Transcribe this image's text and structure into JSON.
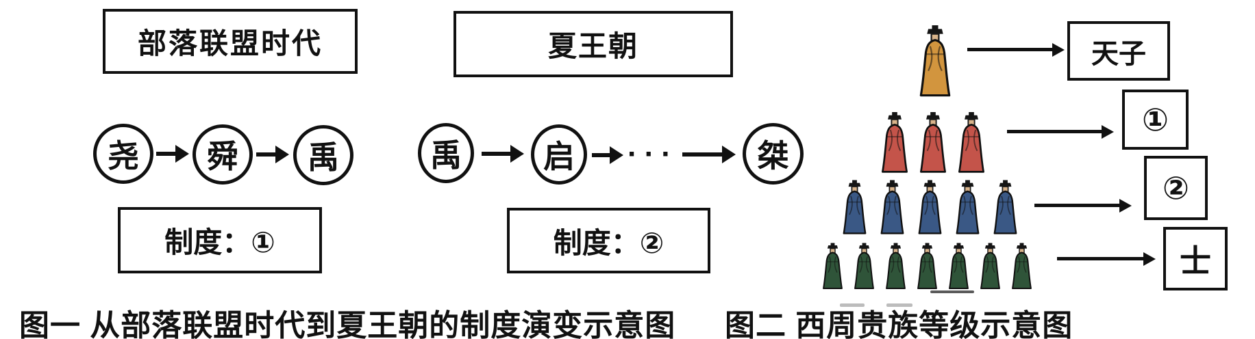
{
  "figure1": {
    "caption": "图一  从部落联盟时代到夏王朝的制度演变示意图",
    "tribal": {
      "title": "部落联盟时代",
      "leaders": [
        "尧",
        "舜",
        "禹"
      ],
      "system_label": "制度：①"
    },
    "xia": {
      "title": "夏王朝",
      "leaders": [
        "禹",
        "启",
        "桀"
      ],
      "ellipsis": "···",
      "system_label": "制度：②"
    }
  },
  "figure2": {
    "caption": "图二  西周贵族等级示意图",
    "tiers": [
      {
        "rank": "天子",
        "count": 1,
        "robe_color": "#d2953e"
      },
      {
        "rank": "①",
        "count": 3,
        "robe_color": "#c4544a"
      },
      {
        "rank": "②",
        "count": 5,
        "robe_color": "#3a5885"
      },
      {
        "rank": "士",
        "count": 7,
        "robe_color": "#2f5439"
      }
    ]
  },
  "colors": {
    "ink": "#111111",
    "background": "#ffffff"
  }
}
